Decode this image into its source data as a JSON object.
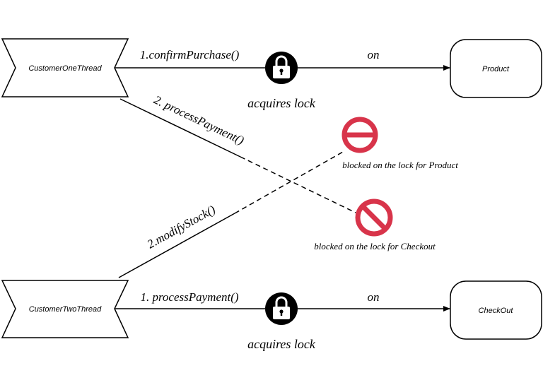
{
  "nodes": {
    "customer_one": "CustomerOneThread",
    "customer_two": "CustomerTwoThread",
    "product": "Product",
    "checkout": "CheckOut"
  },
  "edges": {
    "one_confirm": "1.confirmPurchase()",
    "one_on": "on",
    "one_process": "2. processPayment()",
    "two_process": "1. processPayment()",
    "two_on": "on",
    "two_modify": "2.modifyStock()"
  },
  "locks": {
    "top": "acquires lock",
    "bottom": "acquires lock"
  },
  "blocked": {
    "product": "blocked on the lock for Product",
    "checkout": "blocked on the lock for Checkout"
  },
  "colors": {
    "stroke": "#000000",
    "lock_fill": "#000000",
    "blocked_red": "#d8344a"
  },
  "icons": {
    "lock": "padlock-icon",
    "blocked_product": "do-not-enter-icon",
    "blocked_checkout": "prohibited-icon"
  }
}
